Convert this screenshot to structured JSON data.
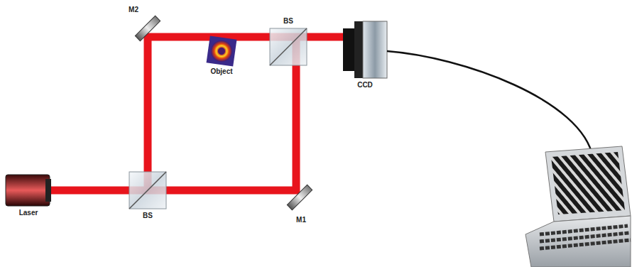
{
  "diagram": {
    "labels": [
      "M2",
      "Object",
      "BS",
      "CCD",
      "Laser",
      "BS",
      "M1"
    ]
  }
}
